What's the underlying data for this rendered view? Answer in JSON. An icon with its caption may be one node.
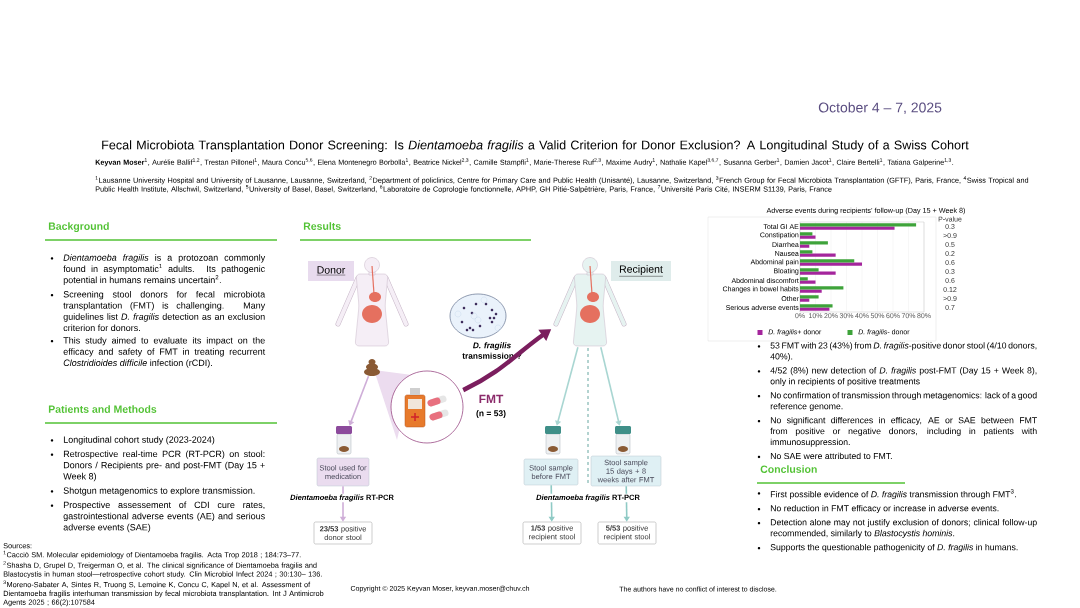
{
  "diagram": {
    "title": "Fecal Microbiota Transplantation Donor Screening: Is *Dientamoeba fragilis* a Valid Criterion for Donor Exclusion? A Longitudinal Study of a Swiss Cohort",
    "nodes": [
      {
        "text": [
          "Donor"
        ]
      },
      {
        "text": [],
        "shape": "picture"
      },
      {
        "text": [],
        "shape": "picture"
      },
      {
        "text": [],
        "shape": "picture",
        "beside": [
          "*D. fragilis* transmission ?"
        ]
      },
      {
        "text": [
          "Recipient"
        ]
      },
      {
        "text": [],
        "shape": "picture"
      },
      {
        "text": [],
        "shape": "picture"
      },
      {
        "text": [],
        "shape": "picture"
      },
      {
        "text": [
          "Stool used for medication"
        ]
      },
      {
        "text": [
          "**23/53** positive donor stool"
        ]
      },
      {
        "text": [],
        "shape": "picture"
      },
      {
        "text": [],
        "shape": "picture"
      },
      {
        "text": [
          "Stool sample before FMT"
        ]
      },
      {
        "text": [
          "Stool sample 15 days + 8 weeks after FMT"
        ]
      },
      {
        "text": [
          "**1/53** positive recipient stool"
        ]
      },
      {
        "text": [
          "**5/53** positive recipient stool"
        ]
      }
    ],
    "edges": [
      {
        "from": 2,
        "to": 7,
        "arrow": "to",
        "color": "#cfaed8"
      },
      {
        "from": 6,
        "to": 5,
        "arrow": "to",
        "style": "thick",
        "color": "#7b1e5e",
        "label": "FMT"
      },
      {
        "from": 8,
        "to": 9,
        "arrow": "to",
        "color": "#cfaed8"
      },
      {
        "from": 5,
        "to": 10,
        "arrow": "to",
        "color": "#a9d6d2"
      },
      {
        "from": 5,
        "to": 11,
        "arrow": "to",
        "color": "#a9d6d2"
      },
      {
        "from": 12,
        "to": 14,
        "arrow": "to",
        "color": "#8fcac5"
      },
      {
        "from": 13,
        "to": 15,
        "arrow": "to",
        "color": "#8fcac5"
      }
    ],
    "labels": [
      "October 4 – 7, 2025",
      "**Keyvan Moser**$^{1}$, Aurélie Ballif$^{1,2}$, Trestan Pillonel$^{1}$, Maura Concu$^{5,6}$, Elena Montenegro Borbolla$^{1}$, Beatrice Nickel$^{2,3}$, Camille Stampfli$^{1}$, Marie-Therese Ruf$^{2,3}$, Maxime Audry$^{1}$, Nathalie Kapel$^{3,6,7}$, Susanna Gerber$^{1}$, Damien Jacot$^{1}$, Claire Bertelli$^{1}$, Tatiana Galperine$^{1,3}$.",
      "$^{1}$Lausanne University Hospital and University of Lausanne, Lausanne, Switzerland, $^{2}$Department of policlinics, Centre for Primary Care and Public Health (Unisanté), Lausanne, Switzerland, $^{3}$French Group for Fecal Microbiota Transplantation (GFTF), Paris, France, $^{4}$Swiss Tropical and Public Health Institute, Allschwil, Switzerland, $^{5}$University of Basel, Basel, Switzerland, $^{6}$Laboratoire de Coprologie fonctionnelle, APHP, GH Pitié-Salpêtrière, Paris, France, $^{7}$Université Paris Cité, INSERM S1139, Paris, France",
      "Background",
      "*Dientamoeba fragilis* is a protozoan commonly found in asymptomatic$^{1}$ adults. Its pathogenic potential in humans remains uncertain$^{2}$.",
      "Screening stool donors for fecal microbiota transplantation (FMT) is challenging. Many guidelines list *D. fragilis* detection as an exclusion criterion for donors.",
      "This study aimed to evaluate its impact on the efficacy and safety of FMT in treating recurrent *Clostridioides difficile* infection (rCDI).",
      "Patients and Methods",
      "Longitudinal cohort study (2023-2024)",
      "Retrospective real-time PCR (RT-PCR) on stool: Donors / Recipients pre- and post-FMT (Day 15 + Week 8)",
      "Shotgun metagenomics to explore transmission.",
      "Prospective assessement of CDI cure rates, gastrointestional adverse events (AE) and serious adverse events (SAE)",
      "Sources:",
      "$^{1}$Cacciò SM. Molecular epidemiology of Dientamoeba fragilis. Acta Trop 2018 ; 184:73–77.",
      "$^{2}$Shasha D, Grupel D, Treigerman O, et al. The clinical significance of Dientamoeba fragilis and Blastocystis in human stool—retrospective cohort study. Clin Microbiol Infect 2024 ; 30:130– 136.",
      "$^{3}$Moreno-Sabater A, Sintes R, Truong S, Lemoine K, Concu C, Kapel N, et al. Assessment of Dientamoeba fragilis interhuman transmission by fecal microbiota transplantation. Int J Antimicrob Agents 2025 ; 66(2):107584",
      "Results",
      "*Dientamoeba fragilis* RT-PCR",
      "*Dientamoeba fragilis* RT-PCR",
      "P-value",
      "0.3",
      ">0.9",
      "0.5",
      "0.2",
      "0.6",
      "0.3",
      "0.6",
      "0.12",
      ">0.9",
      "0.7",
      "53 FMT with 23 (43%) from *D. fragilis*-positive donor stool (4/10 donors, 40%).",
      "4/52 (8%) new detection of *D. fragilis* post-FMT (Day 15 + Week 8), only in recipients of positive treatments",
      "No confirmation of transmission through metagenomics: lack of a good reference genome.",
      "No significant differences in efficacy, AE or SAE between FMT from positive or negative donors, including in patients with immunosuppression.",
      "No SAE were attributed to FMT.",
      "Conclusion",
      "First possible evidence of *D. fragilis* transmission through FMT$^{3}$.",
      "No reduction in FMT efficacy or increase in adverse events.",
      "Detection alone may not justify exclusion of donors; clinical follow-up recommended, similarly to *Blastocystis hominis*.",
      "Supports the questionable pathogenicity of *D. fragilis* in humans.",
      "Copyright © 2025 Keyvan Moser, keyvan.moser@chuv.ch",
      "The authors have no conflict of interest to disclose.",
      "(n = 53)"
    ],
    "chart_data": {
      "type": "bar",
      "orientation": "horizontal",
      "title": "Adverse events during recipients’ follow-up (Day 15 + Week 8)",
      "categories": [
        "Total GI AE",
        "Constipation",
        "Diarrhea",
        "Nausea",
        "Abdominal pain",
        "Bloating",
        "Abdominal discomfort",
        "Changes in bowel habits",
        "Other",
        "Serious adverse events"
      ],
      "series": [
        {
          "name": "*D. fragilis*+ donor",
          "color": "#a4259c",
          "values": [
            61,
            10,
            6,
            23,
            40,
            23,
            10,
            14,
            6,
            19
          ]
        },
        {
          "name": "*D. fragilis*- donor",
          "color": "#3ea33a",
          "values": [
            75,
            8,
            18,
            8,
            35,
            12,
            5,
            28,
            12,
            21
          ]
        }
      ],
      "xlim": [
        0,
        80
      ],
      "grid": true,
      "legend": "bottom",
      "xticks": [
        {
          "value": 0,
          "label": "0%"
        },
        {
          "value": 10,
          "label": "10%"
        },
        {
          "value": 20,
          "label": "20%"
        },
        {
          "value": 30,
          "label": "30%"
        },
        {
          "value": 40,
          "label": "40%"
        },
        {
          "value": 50,
          "label": "50%"
        },
        {
          "value": 60,
          "label": "60%"
        },
        {
          "value": 70,
          "label": "70%"
        },
        {
          "value": 80,
          "label": "80%"
        }
      ]
    }
  }
}
